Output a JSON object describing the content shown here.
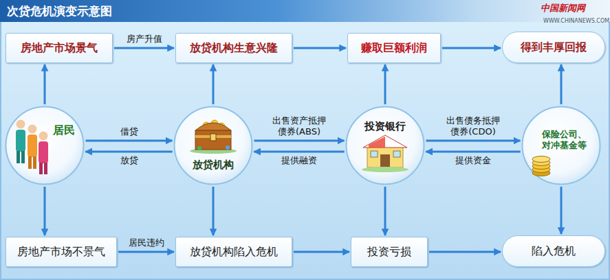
{
  "diagram": {
    "title": "次贷危机演变示意图",
    "nodes": [
      {
        "text": [
          "房地产市场景气"
        ]
      },
      {
        "text": [
          "放贷机构生意兴隆"
        ]
      },
      {
        "text": [
          "赚取巨额利润"
        ]
      },
      {
        "text": [
          "得到丰厚回报"
        ]
      },
      {
        "text": [
          "居民"
        ]
      },
      {
        "text": [
          "放贷机构"
        ]
      },
      {
        "text": [
          "投资银行"
        ]
      },
      {
        "text": [
          "保险公司、 对冲基金等"
        ]
      },
      {
        "text": [
          "房地产市场不景气"
        ]
      },
      {
        "text": [
          "放贷机构陷入危机"
        ]
      },
      {
        "text": [
          "投资亏损"
        ]
      },
      {
        "text": [
          "陷入危机"
        ]
      }
    ],
    "edges": [
      {
        "from": 0,
        "to": 1,
        "label": "房产升值",
        "arrow": "to"
      },
      {
        "from": 1,
        "to": 2,
        "arrow": "to"
      },
      {
        "from": 2,
        "to": 3,
        "arrow": "to"
      },
      {
        "from": 4,
        "to": 0,
        "arrow": "to"
      },
      {
        "from": 5,
        "to": 1,
        "arrow": "to"
      },
      {
        "from": 6,
        "to": 2,
        "arrow": "to"
      },
      {
        "from": 7,
        "to": 3,
        "arrow": "to"
      },
      {
        "from": 4,
        "to": 5,
        "label": "借贷",
        "arrow": "to"
      },
      {
        "from": 5,
        "to": 4,
        "label": "放贷",
        "arrow": "to"
      },
      {
        "from": 5,
        "to": 6,
        "label": "出售资产抵押 债券(ABS)",
        "arrow": "to"
      },
      {
        "from": 6,
        "to": 5,
        "label": "提供融资",
        "arrow": "to"
      },
      {
        "from": 6,
        "to": 7,
        "label": "出售债务抵押 债券(CDO)",
        "arrow": "to"
      },
      {
        "from": 7,
        "to": 6,
        "label": "提供资金",
        "arrow": "to"
      },
      {
        "from": 4,
        "to": 8,
        "arrow": "to"
      },
      {
        "from": 5,
        "to": 9,
        "arrow": "to"
      },
      {
        "from": 6,
        "to": 10,
        "arrow": "to"
      },
      {
        "from": 7,
        "to": 11,
        "arrow": "to"
      },
      {
        "from": 8,
        "to": 9,
        "label": "居民违约",
        "arrow": "to"
      },
      {
        "from": 9,
        "to": 10,
        "arrow": "to"
      },
      {
        "from": 10,
        "to": 11,
        "arrow": "to"
      }
    ],
    "labels": [
      "中国新闻网",
      "WWW.CHINANEWS.COM"
    ]
  }
}
